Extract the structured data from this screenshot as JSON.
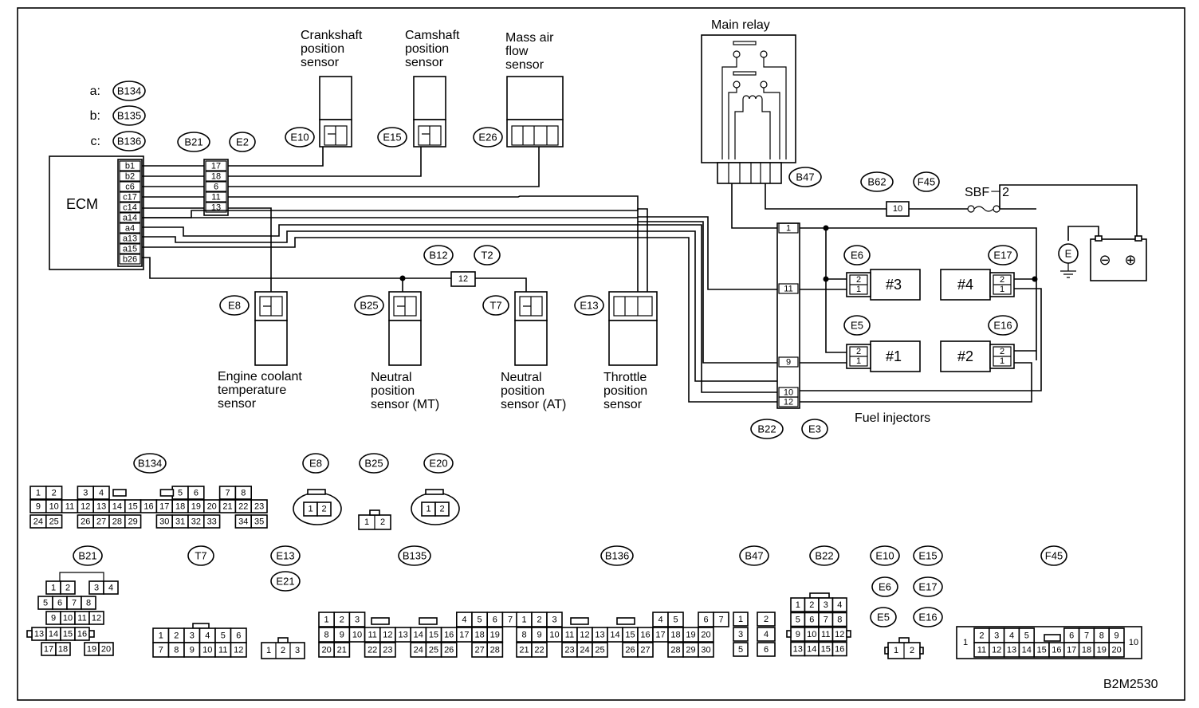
{
  "title_code": "B2M2530",
  "ecm": {
    "label": "ECM",
    "pins": [
      "b1",
      "b2",
      "c6",
      "c17",
      "c14",
      "a14",
      "a4",
      "a13",
      "a15",
      "b26"
    ],
    "connector_map": [
      {
        "letter": "a:",
        "tag": "B134"
      },
      {
        "letter": "b:",
        "tag": "B135"
      },
      {
        "letter": "c:",
        "tag": "B136"
      }
    ]
  },
  "b21_e2": {
    "tags": [
      "B21",
      "E2"
    ],
    "pins": [
      "17",
      "18",
      "6",
      "11",
      "13"
    ]
  },
  "sensors": {
    "crankshaft": {
      "lines": [
        "Crankshaft",
        "position",
        "sensor"
      ],
      "tag": "E10"
    },
    "camshaft": {
      "lines": [
        "Camshaft",
        "position",
        "sensor"
      ],
      "tag": "E15"
    },
    "maf": {
      "lines": [
        "Mass air",
        "flow",
        "sensor"
      ],
      "tag": "E26"
    },
    "coolant": {
      "lines": [
        "Engine coolant",
        "temperature",
        "sensor"
      ],
      "tag": "E8"
    },
    "neutral_mt": {
      "lines": [
        "Neutral",
        "position",
        "sensor (MT)"
      ],
      "tag": "B25"
    },
    "neutral_at": {
      "lines": [
        "Neutral",
        "position",
        "sensor (AT)"
      ],
      "tag": "T7"
    },
    "throttle": {
      "lines": [
        "Throttle",
        "position",
        "sensor"
      ],
      "tag": "E13"
    }
  },
  "b12_t2": {
    "tags": [
      "B12",
      "T2"
    ],
    "pin": "12"
  },
  "main_relay": {
    "label": "Main relay",
    "tag": "B47"
  },
  "fuse": {
    "tags": [
      "B62",
      "F45"
    ],
    "pin": "10",
    "label": "SBF－2"
  },
  "b22_e3": {
    "tags": [
      "B22",
      "E3"
    ],
    "pins": [
      "1",
      "11",
      "9",
      "10",
      "12"
    ]
  },
  "injectors": {
    "label": "Fuel injectors",
    "items": [
      {
        "tag": "E6",
        "name": "#3"
      },
      {
        "tag": "E17",
        "name": "#4"
      },
      {
        "tag": "E5",
        "name": "#1"
      },
      {
        "tag": "E16",
        "name": "#2"
      }
    ],
    "pins": [
      "2",
      "1"
    ]
  },
  "battery": {
    "ground": "E",
    "minus": "⊖",
    "plus": "⊕"
  },
  "connectors": {
    "B134": {
      "tag": "B134",
      "row1": [
        "1",
        "2",
        "",
        "3",
        "4",
        "",
        "",
        "",
        "",
        "5",
        "6",
        "",
        "7",
        "8"
      ],
      "row2": [
        "9",
        "10",
        "11",
        "12",
        "13",
        "14",
        "15",
        "16",
        "17",
        "18",
        "19",
        "20",
        "21",
        "22",
        "23"
      ],
      "row3": [
        "24",
        "25",
        "",
        "26",
        "27",
        "28",
        "29",
        "",
        "30",
        "31",
        "32",
        "33",
        "",
        "34",
        "35"
      ]
    },
    "E8": {
      "tag": "E8",
      "pins": [
        "1",
        "2"
      ]
    },
    "B25": {
      "tag": "B25",
      "pins": [
        "1",
        "2"
      ]
    },
    "E20": {
      "tag": "E20",
      "pins": [
        "1",
        "2"
      ]
    },
    "B21": {
      "tag": "B21",
      "row1": [
        "1",
        "2",
        "",
        "3",
        "4"
      ],
      "row2": [
        "5",
        "6",
        "7",
        "8"
      ],
      "row3": [
        "9",
        "10",
        "11",
        "12"
      ],
      "row4": [
        "13",
        "14",
        "15",
        "16"
      ],
      "row5": [
        "17",
        "18",
        "",
        "19",
        "20"
      ]
    },
    "T7": {
      "tag": "T7",
      "row1": [
        "1",
        "2",
        "3",
        "4",
        "5",
        "6"
      ],
      "row2": [
        "7",
        "8",
        "9",
        "10",
        "11",
        "12"
      ]
    },
    "E13": {
      "tags": [
        "E13",
        "E21"
      ],
      "pins": [
        "1",
        "2",
        "3"
      ]
    },
    "B135": {
      "tag": "B135",
      "row1": [
        "1",
        "2",
        "3",
        "",
        "",
        "",
        "",
        "",
        "",
        "4",
        "5",
        "6",
        "7"
      ],
      "row2": [
        "8",
        "9",
        "10",
        "11",
        "12",
        "13",
        "14",
        "15",
        "16",
        "17",
        "18",
        "19"
      ],
      "row3": [
        "20",
        "21",
        "",
        "22",
        "23",
        "",
        "24",
        "25",
        "26",
        "",
        "27",
        "28"
      ]
    },
    "B136": {
      "tag": "B136",
      "row1": [
        "1",
        "2",
        "3",
        "",
        "",
        "",
        "",
        "",
        "",
        "4",
        "5",
        "",
        "6",
        "7"
      ],
      "row2": [
        "8",
        "9",
        "10",
        "11",
        "12",
        "13",
        "14",
        "15",
        "16",
        "17",
        "18",
        "19",
        "20"
      ],
      "row3": [
        "21",
        "22",
        "",
        "23",
        "24",
        "25",
        "",
        "26",
        "27",
        "",
        "28",
        "29",
        "30"
      ]
    },
    "B47": {
      "tag": "B47",
      "rows": [
        [
          "1",
          "2"
        ],
        [
          "3",
          "4"
        ],
        [
          "5",
          "6"
        ]
      ]
    },
    "B22": {
      "tag": "B22",
      "rows": [
        [
          "1",
          "2",
          "3",
          "4"
        ],
        [
          "5",
          "6",
          "7",
          "8"
        ],
        [
          "9",
          "10",
          "11",
          "12"
        ],
        [
          "13",
          "14",
          "15",
          "16"
        ]
      ]
    },
    "E10group": {
      "tags": [
        "E10",
        "E15",
        "E6",
        "E17",
        "E5",
        "E16"
      ],
      "pins": [
        "1",
        "2"
      ]
    },
    "F45": {
      "tag": "F45",
      "left": "1",
      "right": "10",
      "row1": [
        "2",
        "3",
        "4",
        "5",
        "",
        "",
        "6",
        "7",
        "8",
        "9"
      ],
      "row2": [
        "11",
        "12",
        "13",
        "14",
        "15",
        "16",
        "17",
        "18",
        "19",
        "20"
      ]
    }
  }
}
